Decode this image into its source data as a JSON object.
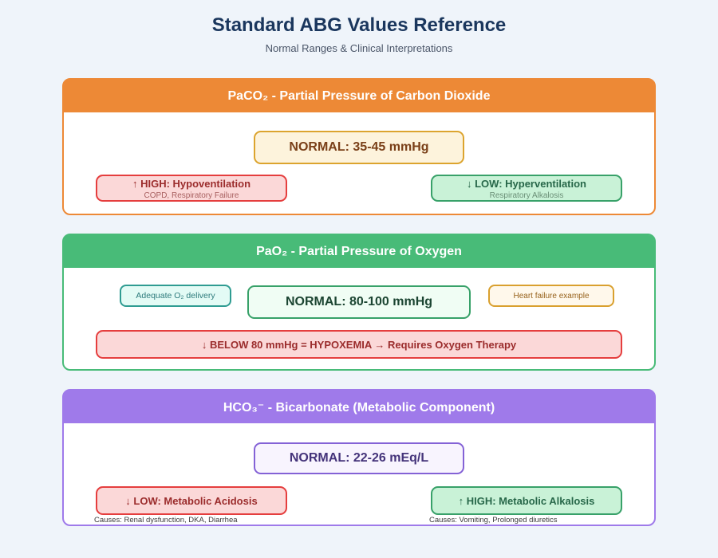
{
  "page": {
    "title": "Standard ABG Values Reference",
    "subtitle": "Normal Ranges & Clinical Interpretations"
  },
  "colors": {
    "background": "#EFF4FA",
    "title_text": "#1A365D",
    "paco2_accent": "#ED8936",
    "pao2_accent": "#48BB78",
    "hco3_accent": "#9F7AEA",
    "high_low_red_border": "#E53E3E",
    "high_low_green_border": "#38A169",
    "normal_amber_border": "#DCA42E",
    "normal_purple_border": "#8462D6",
    "teal_border": "#2F9C92"
  },
  "sections": [
    {
      "id": "paco2",
      "header": "PaCO₂ - Partial Pressure of Carbon Dioxide",
      "normal": "NORMAL: 35-45 mmHg",
      "high": {
        "label": "↑ HIGH: Hypoventilation",
        "sub": "COPD, Respiratory Failure"
      },
      "low": {
        "label": "↓ LOW: Hyperventilation",
        "sub": "Respiratory Alkalosis"
      }
    },
    {
      "id": "pao2",
      "header": "PaO₂ - Partial Pressure of Oxygen",
      "left_note": "Adequate O₂ delivery",
      "normal": "NORMAL: 80-100 mmHg",
      "right_note": "Heart failure example",
      "alert": "↓ BELOW 80 mmHg = HYPOXEMIA → Requires Oxygen Therapy"
    },
    {
      "id": "hco3",
      "header": "HCO₃⁻ - Bicarbonate (Metabolic Component)",
      "normal": "NORMAL: 22-26 mEq/L",
      "low": {
        "label": "↓ LOW: Metabolic Acidosis",
        "causes": "Causes: Renal dysfunction, DKA, Diarrhea"
      },
      "high": {
        "label": "↑ HIGH: Metabolic Alkalosis",
        "causes": "Causes: Vomiting, Prolonged diuretics"
      }
    }
  ]
}
